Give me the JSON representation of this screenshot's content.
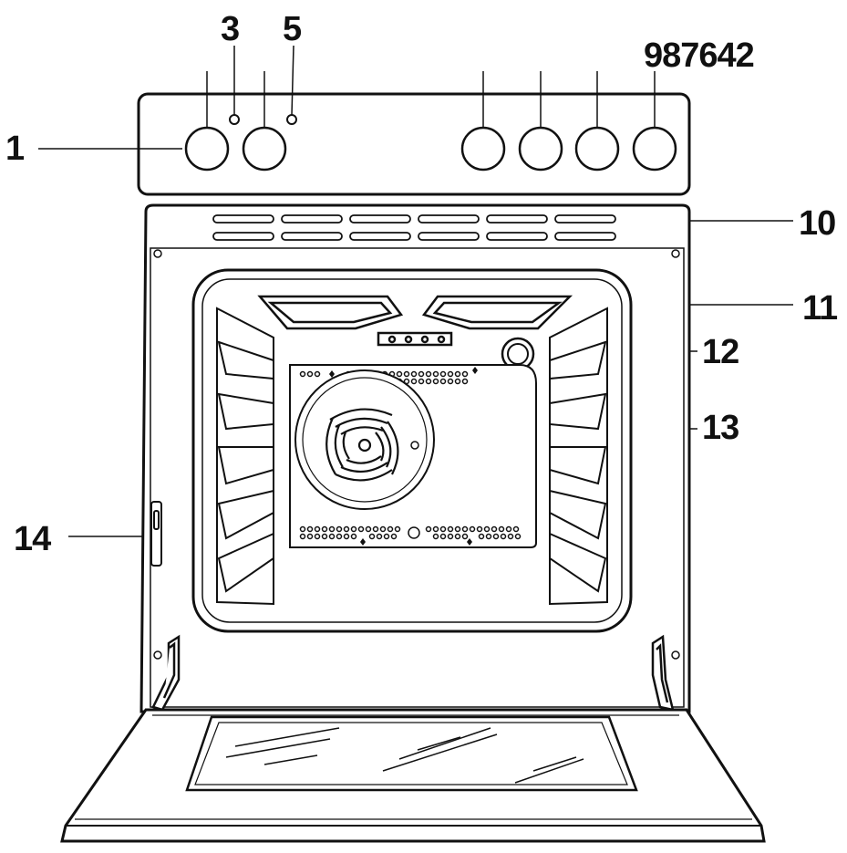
{
  "callouts": {
    "c1": "1",
    "c3": "3",
    "c5": "5",
    "c987642": "987642",
    "c10": "10",
    "c11": "11",
    "c12": "12",
    "c13": "13",
    "c14": "14"
  },
  "colors": {
    "line": "#111111",
    "background": "#ffffff"
  }
}
